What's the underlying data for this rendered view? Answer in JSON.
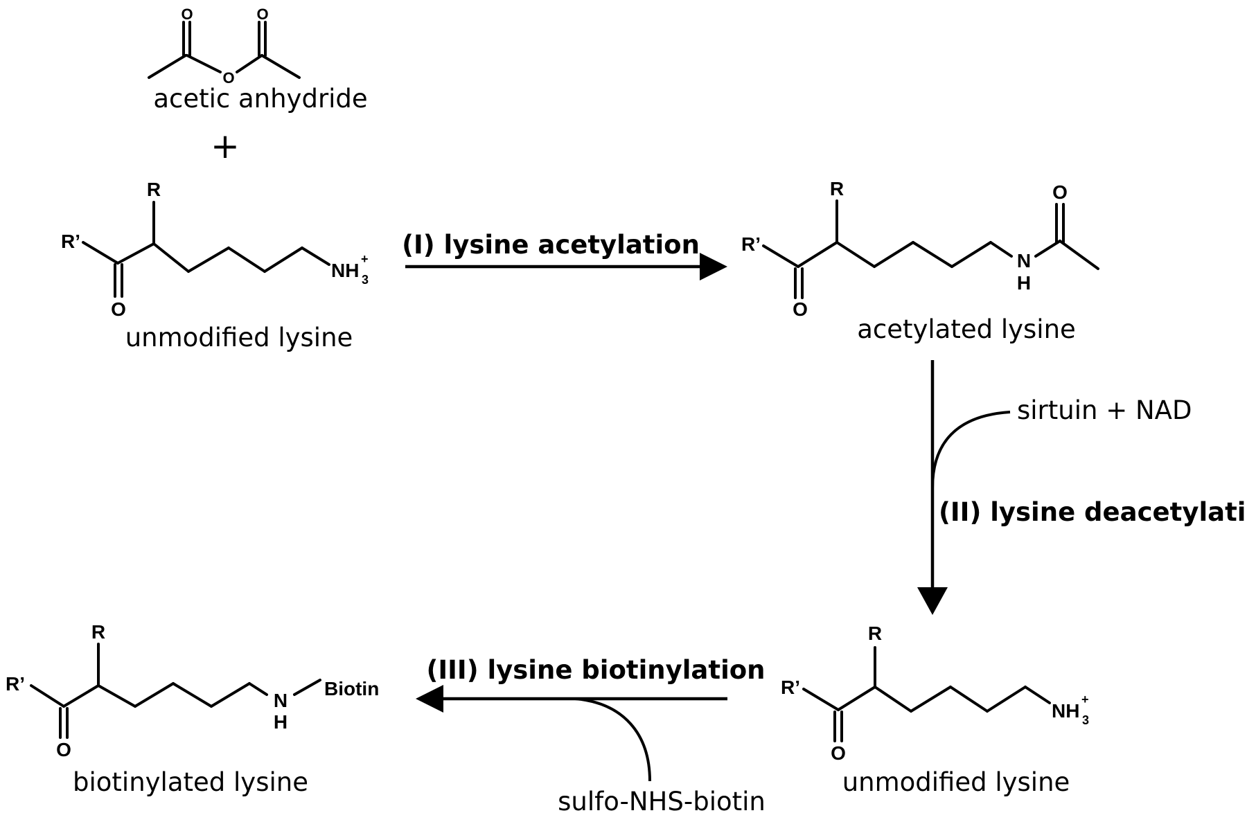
{
  "molecules": {
    "acetic_anhydride": {
      "label": "acetic anhydride",
      "atoms": {
        "o1": "O",
        "o2": "O",
        "o_bridge": "O"
      }
    },
    "plus_sign": "+",
    "unmodified_lysine_top": {
      "label": "unmodified lysine",
      "atoms": {
        "r": "R",
        "r_prime": "R’",
        "o": "O",
        "nh": "NH",
        "nh_sub": "3",
        "nh_sup": "+"
      }
    },
    "acetylated_lysine": {
      "label": "acetylated lysine",
      "atoms": {
        "r": "R",
        "r_prime": "R’",
        "o": "O",
        "o_acyl": "O",
        "n": "N",
        "h": "H"
      }
    },
    "unmodified_lysine_bottom": {
      "label": "unmodified lysine",
      "atoms": {
        "r": "R",
        "r_prime": "R’",
        "o": "O",
        "nh": "NH",
        "nh_sub": "3",
        "nh_sup": "+"
      }
    },
    "biotinylated_lysine": {
      "label": "biotinylated lysine",
      "atoms": {
        "r": "R",
        "r_prime": "R’",
        "o": "O",
        "n": "N",
        "h": "H",
        "biotin": "Biotin"
      }
    }
  },
  "steps": {
    "step1": {
      "label": "(I) lysine acetylation"
    },
    "step2": {
      "label": "(II) lysine deacetylation",
      "reagent": "sirtuin + NAD"
    },
    "step3": {
      "label": "(III) lysine biotinylation",
      "reagent": "sulfo-NHS-biotin"
    }
  }
}
